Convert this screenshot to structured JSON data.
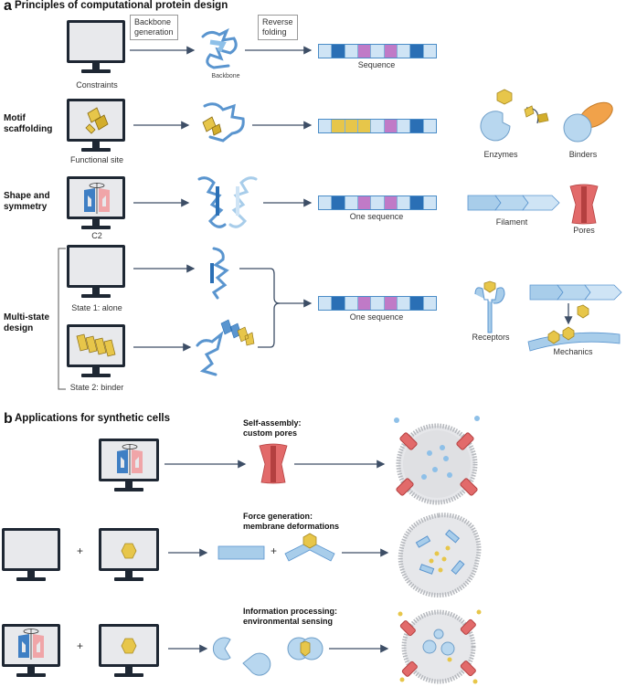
{
  "panel_a": {
    "letter": "a",
    "title": "Principles of computational protein design",
    "step_labels": {
      "backbone_generation": "Backbone\ngeneration",
      "reverse_folding": "Reverse\nfolding"
    },
    "row1": {
      "monitor_caption": "Constraints",
      "backbone_caption": "Backbone",
      "sequence_caption": "Sequence"
    },
    "row2": {
      "label": "Motif\nscaffolding",
      "monitor_caption": "Functional site",
      "app1": "Enzymes",
      "app2": "Binders"
    },
    "row3": {
      "label": "Shape and\nsymmetry",
      "monitor_caption": "C2",
      "sequence_caption": "One sequence",
      "app1": "Filament",
      "app2": "Pores"
    },
    "row4": {
      "label": "Multi-state\ndesign",
      "monitor1_caption": "State 1: alone",
      "monitor2_caption": "State 2: binder",
      "sequence_caption": "One sequence",
      "app1": "Receptors",
      "app2": "Mechanics"
    }
  },
  "panel_b": {
    "letter": "b",
    "title": "Applications for synthetic cells",
    "row1": {
      "title": "Self-assembly:\ncustom pores"
    },
    "row2": {
      "title": "Force generation:\nmembrane deformations",
      "plus1": "+",
      "plus2": "+"
    },
    "row3": {
      "title": "Information processing:\nenvironmental sensing",
      "plus1": "+"
    }
  },
  "colors": {
    "dark_blue": "#2a6fb5",
    "light_blue": "#cfe4f5",
    "purple": "#c07ac7",
    "gold": "#e7c64a",
    "red": "#e05a5a",
    "monitor": "#1e2733"
  },
  "icons": [
    "monitor-icon",
    "protein-backbone-icon",
    "sequence-bar-icon",
    "enzyme-icon",
    "binder-icon",
    "filament-icon",
    "pore-icon",
    "receptor-icon",
    "mechanics-icon",
    "synthetic-cell-icon",
    "ligand-hexagon-icon"
  ]
}
